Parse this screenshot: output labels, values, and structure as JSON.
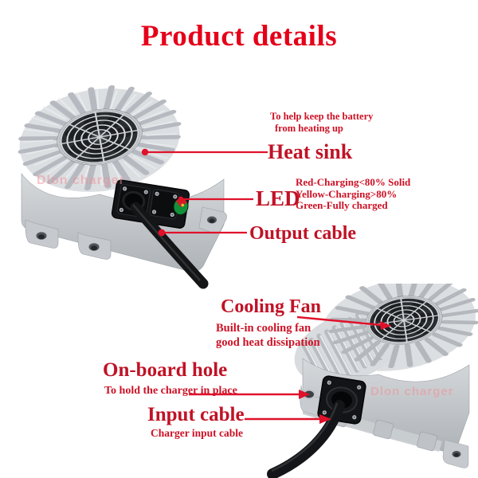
{
  "page": {
    "title": "Product details",
    "watermark": "Dlon charger"
  },
  "colors": {
    "title_red": "#e50019",
    "heading_red": "#c01226",
    "note_red": "#cd1125",
    "line_red": "#e0112b",
    "watermark_pink": "#f08f96"
  },
  "annotations": {
    "heat_sink": {
      "note_lines": [
        "To help keep the battery",
        "from heating up"
      ],
      "label": "Heat sink"
    },
    "led": {
      "label": "LED",
      "status_lines": [
        "Red-Charging<80% Solid",
        "Yellow-Charging>80%",
        "Green-Fully charged"
      ]
    },
    "output_cable": {
      "label": "Output cable"
    },
    "cooling_fan": {
      "label": "Cooling Fan",
      "note_lines": [
        "Built-in cooling fan",
        "good heat dissipation"
      ]
    },
    "onboard_hole": {
      "label": "On-board hole",
      "note": "To hold the charger in place"
    },
    "input_cable": {
      "label": "Input cable",
      "note": "Charger input cable"
    }
  }
}
